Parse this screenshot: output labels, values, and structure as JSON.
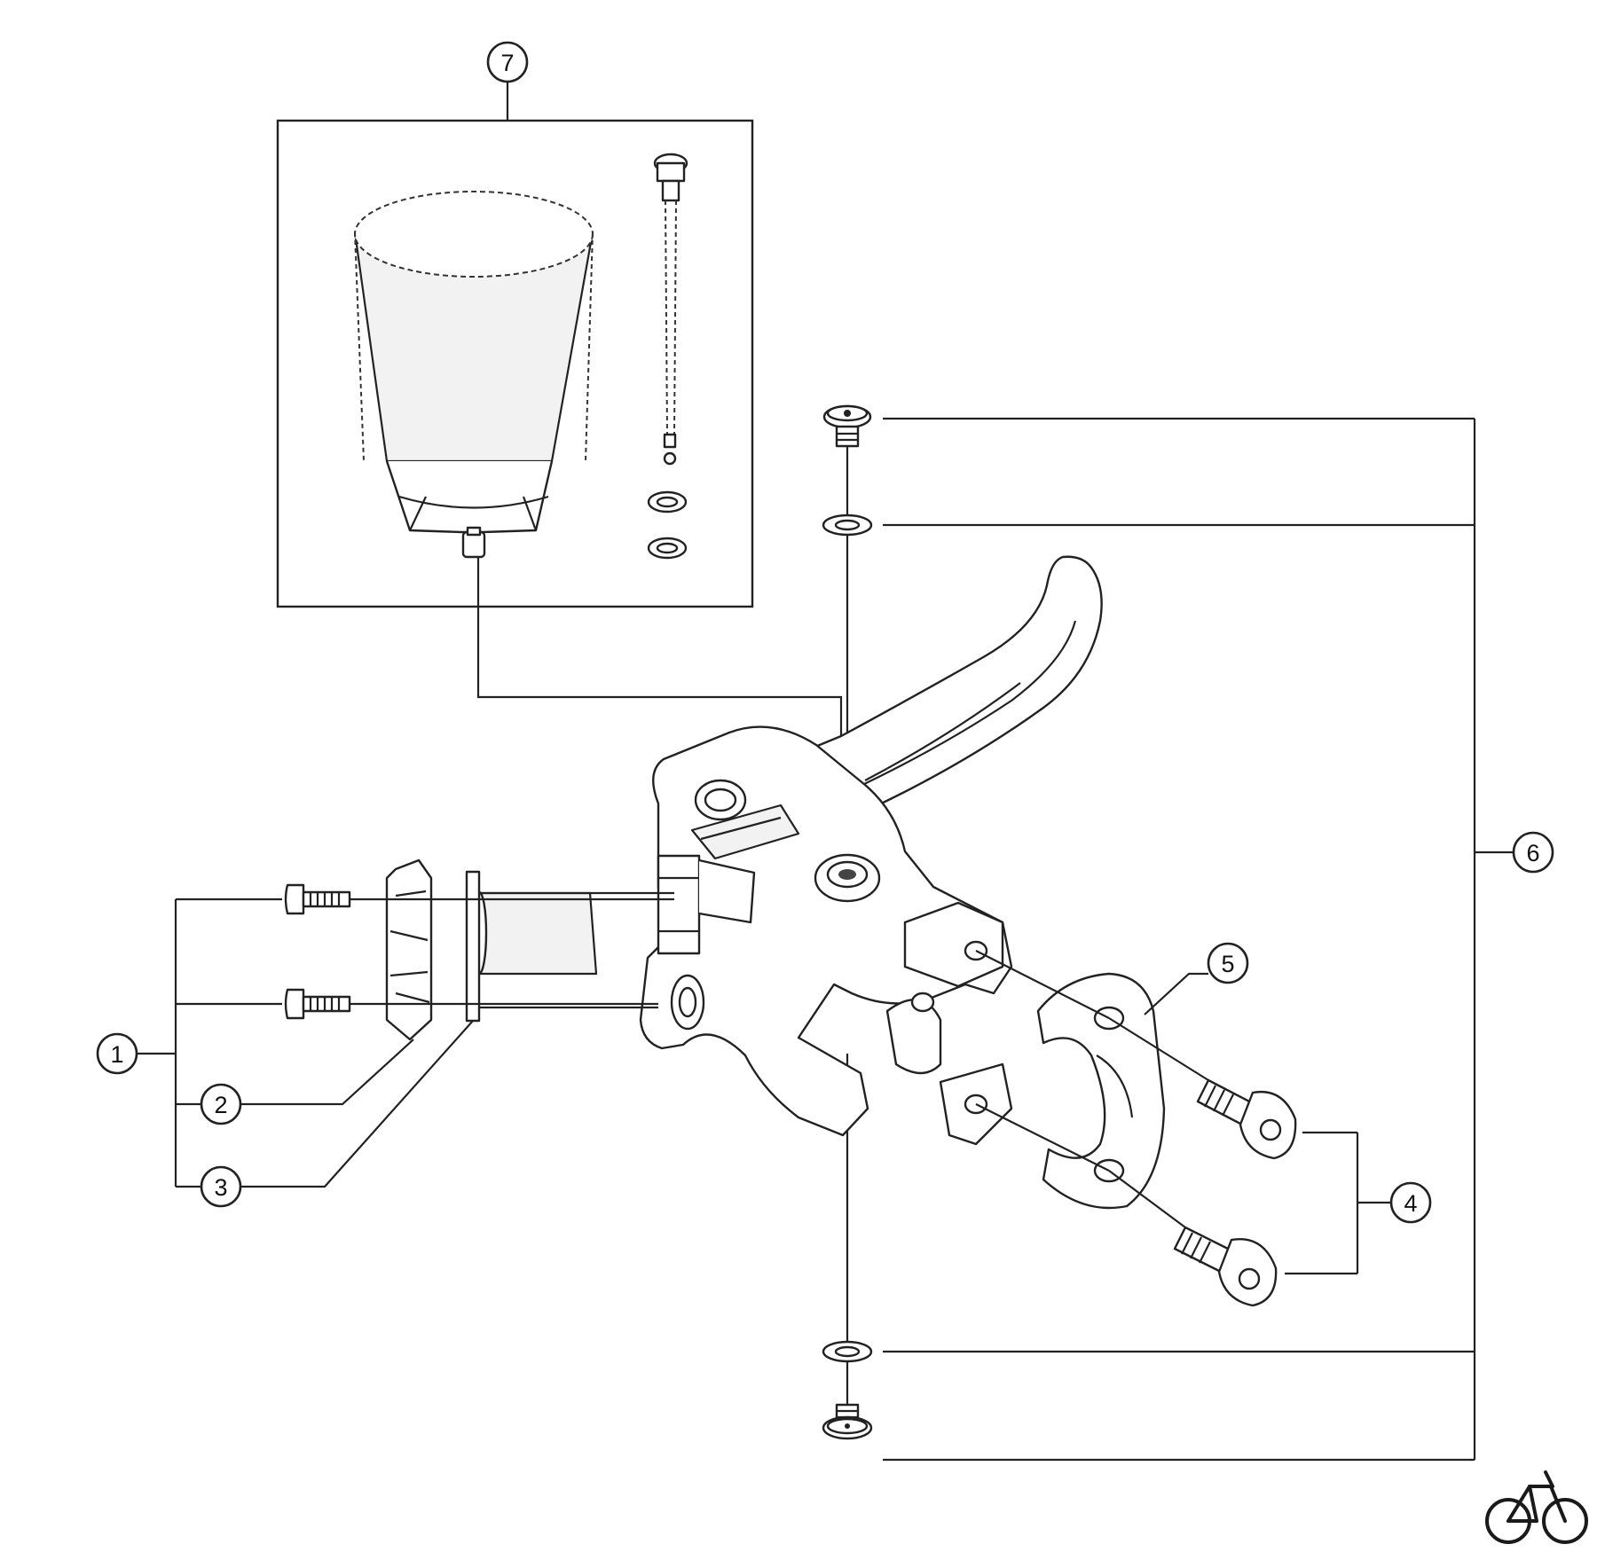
{
  "diagram": {
    "callouts": [
      {
        "id": "c1",
        "label": "1"
      },
      {
        "id": "c2",
        "label": "2"
      },
      {
        "id": "c3",
        "label": "3"
      },
      {
        "id": "c4",
        "label": "4"
      },
      {
        "id": "c5",
        "label": "5"
      },
      {
        "id": "c6",
        "label": "6"
      },
      {
        "id": "c7",
        "label": "7"
      }
    ]
  },
  "icons": {
    "corner_logo": "bicycle-icon"
  },
  "colors": {
    "line": "#222222",
    "background": "#ffffff"
  }
}
